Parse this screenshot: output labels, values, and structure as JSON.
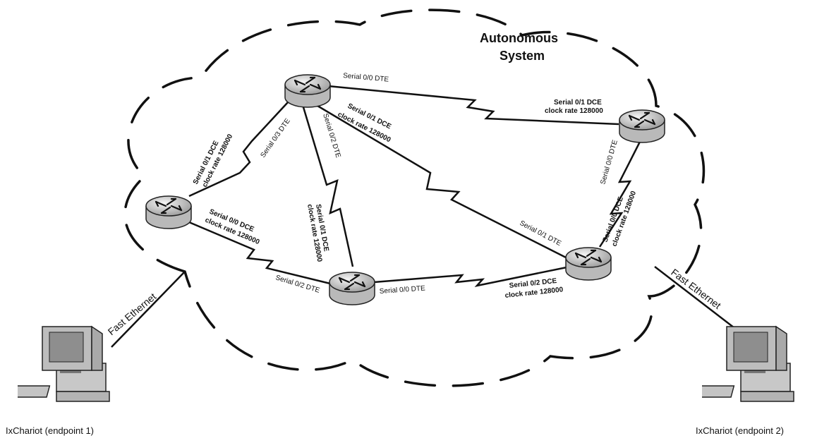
{
  "diagram": {
    "title_line1": "Autonomous",
    "title_line2": "System",
    "ethernet": {
      "left": "Fast Ethernet",
      "right": "Fast Ethernet"
    },
    "hosts": {
      "left": "IxChariot (endpoint 1)",
      "right": "IxChariot (endpoint 2)"
    },
    "links": {
      "r1_r2": {
        "r2_l1": "Serial 0/1 DCE",
        "r2_l2": "clock rate 128000",
        "r1_l1": "Serial 0/0 DTE"
      },
      "r1_r5": {
        "r1_l1": "Serial 0/1 DCE",
        "r1_l2": "clock rate 128000",
        "r5_l1": "Serial 0/1 DTE"
      },
      "r1_r4": {
        "r1_l1": "Serial 0/2 DTE",
        "r4_l1": "Serial 0/1 DCE",
        "r4_l2": "clock rate 128000"
      },
      "r1_r3": {
        "r1_l1": "Serial 0/3 DTE",
        "r3_l1": "Serial 0/1 DCE",
        "r3_l2": "clock rate 128000"
      },
      "r3_r4": {
        "r3_l1": "Serial 0/0 DCE",
        "r3_l2": "clock rate 128000",
        "r4_l1": "Serial 0/2 DTE"
      },
      "r4_r5": {
        "r4_l1": "Serial 0/0 DTE",
        "r5_l1": "Serial 0/2 DCE",
        "r5_l2": "clock rate 128000"
      },
      "r2_r5": {
        "r2_l1": "Serial 0/0 DTE",
        "r5_l1": "Serial 0/0 DCE",
        "r5_l2": "clock rate 128000"
      }
    }
  }
}
